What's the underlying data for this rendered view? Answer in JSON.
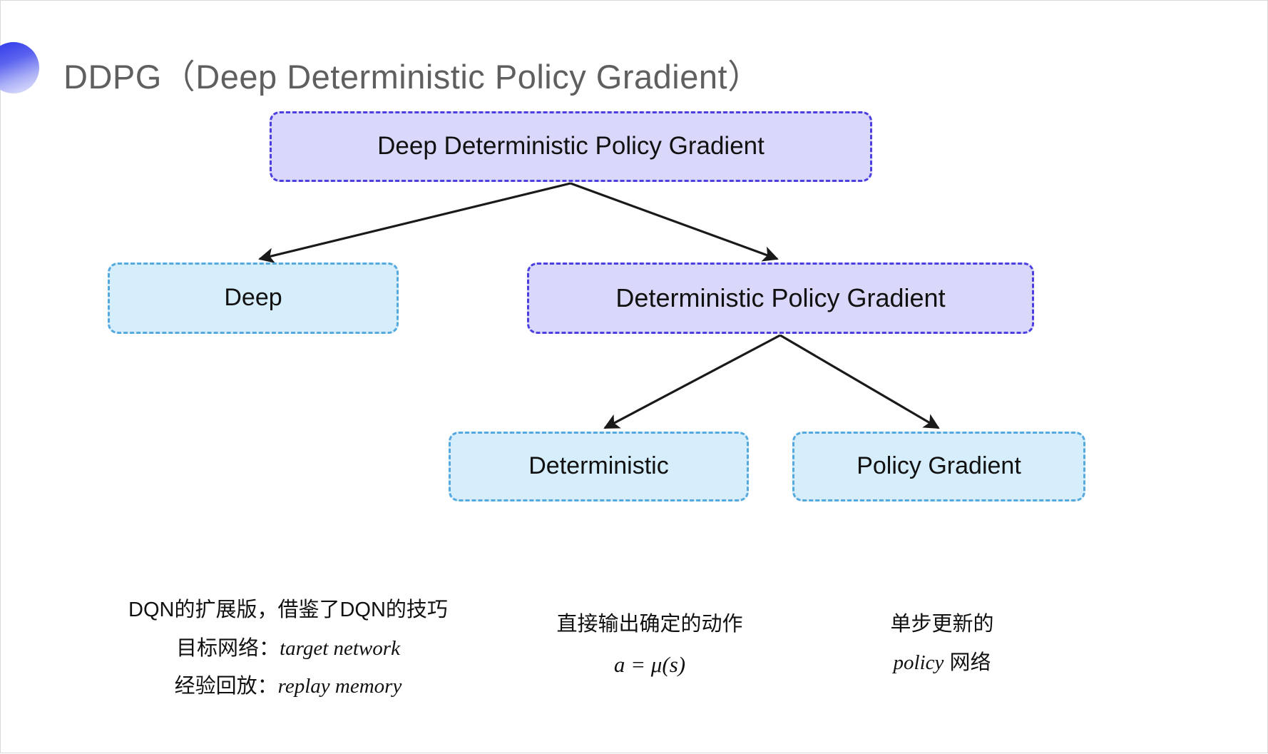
{
  "slide": {
    "title": "DDPG（Deep Deterministic Policy Gradient）",
    "title_color": "#5f5f5f",
    "background": "#ffffff",
    "bullet_icon": "gradient-circle-icon"
  },
  "colors": {
    "purple_fill": "#d9d8fa",
    "purple_border": "#4b3fe0",
    "blue_fill": "#d6edfb",
    "blue_border": "#55a9dd",
    "arrow": "#1a1a1a"
  },
  "diagram": {
    "type": "tree",
    "nodes": {
      "root": {
        "label": "Deep Deterministic Policy Gradient",
        "style": "purple"
      },
      "deep": {
        "label": "Deep",
        "style": "blue"
      },
      "dpg": {
        "label": "Deterministic Policy Gradient",
        "style": "purple"
      },
      "det": {
        "label": "Deterministic",
        "style": "blue"
      },
      "pg": {
        "label": "Policy Gradient",
        "style": "blue"
      }
    },
    "edges": [
      {
        "from": "root",
        "to": "deep"
      },
      {
        "from": "root",
        "to": "dpg"
      },
      {
        "from": "dpg",
        "to": "det"
      },
      {
        "from": "dpg",
        "to": "pg"
      }
    ]
  },
  "captions": {
    "deep": {
      "line1": "DQN的扩展版，借鉴了DQN的技巧",
      "line2_label": "目标网络：",
      "line2_term": "target network",
      "line3_label": "经验回放：",
      "line3_term": "replay memory"
    },
    "deterministic": {
      "line1": "直接输出确定的动作",
      "formula": "a = μ(s)"
    },
    "policy_gradient": {
      "line1": "单步更新的",
      "line2_term": "policy",
      "line2_suffix": " 网络"
    }
  }
}
